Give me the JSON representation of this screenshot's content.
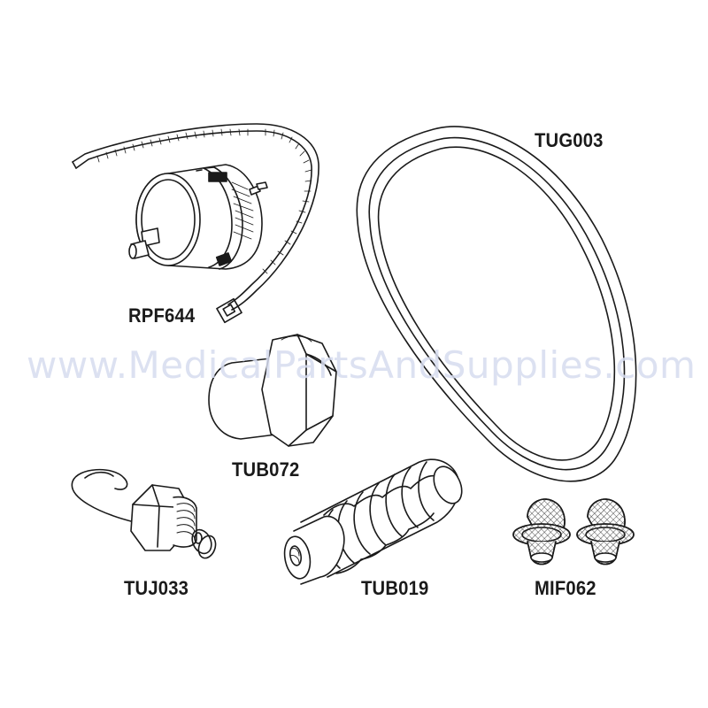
{
  "watermark": "www.MedicalPartsAndSupplies.com",
  "colors": {
    "ink": "#1a1a1a",
    "watermark": "#d6dcef",
    "background": "#ffffff"
  },
  "parts": [
    {
      "id": "rpf644",
      "label": "RPF644"
    },
    {
      "id": "tug003",
      "label": "TUG003"
    },
    {
      "id": "tub072",
      "label": "TUB072"
    },
    {
      "id": "tuj033",
      "label": "TUJ033"
    },
    {
      "id": "tub019",
      "label": "TUB019"
    },
    {
      "id": "mif062",
      "label": "MIF062"
    }
  ]
}
